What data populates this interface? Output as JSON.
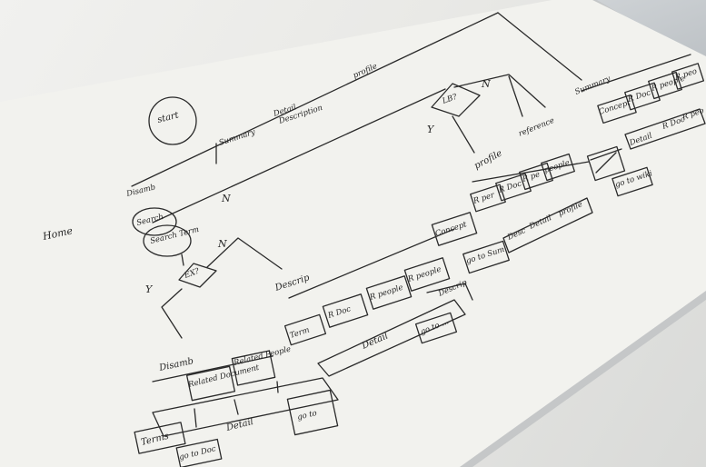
{
  "labels": {
    "home": "Home",
    "start": "start",
    "summary": "Summary",
    "detail_top": "Detail",
    "description": "Description",
    "profile_top": "profile",
    "disamb": "Disamb",
    "n_left": "N",
    "search": "Search",
    "search_term": "Search Term",
    "n_mid": "N",
    "ex": "EX?",
    "y_left": "Y",
    "descrip": "Descrip",
    "lb": "LB?",
    "y_right": "Y",
    "n_right": "N",
    "profile_right": "profile",
    "reference": "reference",
    "summary_right": "Summary",
    "disamb_bottom": "Disamb",
    "related_docs": "Related Document",
    "related_people": "Related People",
    "terms": "Terms",
    "detail_bottom": "Detail",
    "go_to_doc": "go to Doc",
    "go_to_bottom": "go to",
    "term": "Term",
    "r_doc": "R Doc",
    "r_people": "R people",
    "r_people2": "R people",
    "concept": "Concept",
    "detail_mid": "Detail",
    "descrip_box": "Descrip",
    "go_to_mid": "go to ...",
    "r_per": "R per",
    "r_doc_right": "R Doc",
    "r_pe": "R pe",
    "people": "people",
    "go_to_sum": "go to Sum",
    "desc": "Desc",
    "detail_right": "Detail",
    "profile_box": "profile",
    "concept_tr": "Concept",
    "r_doc_tr": "R Doc",
    "r_people_tr": "R people",
    "r_peo": "R peo",
    "detail_tr": "Detail",
    "r_doc_tr2": "R Doc",
    "r_peo_tr2": "R peo",
    "go_to_wiki": "go to wiki"
  }
}
